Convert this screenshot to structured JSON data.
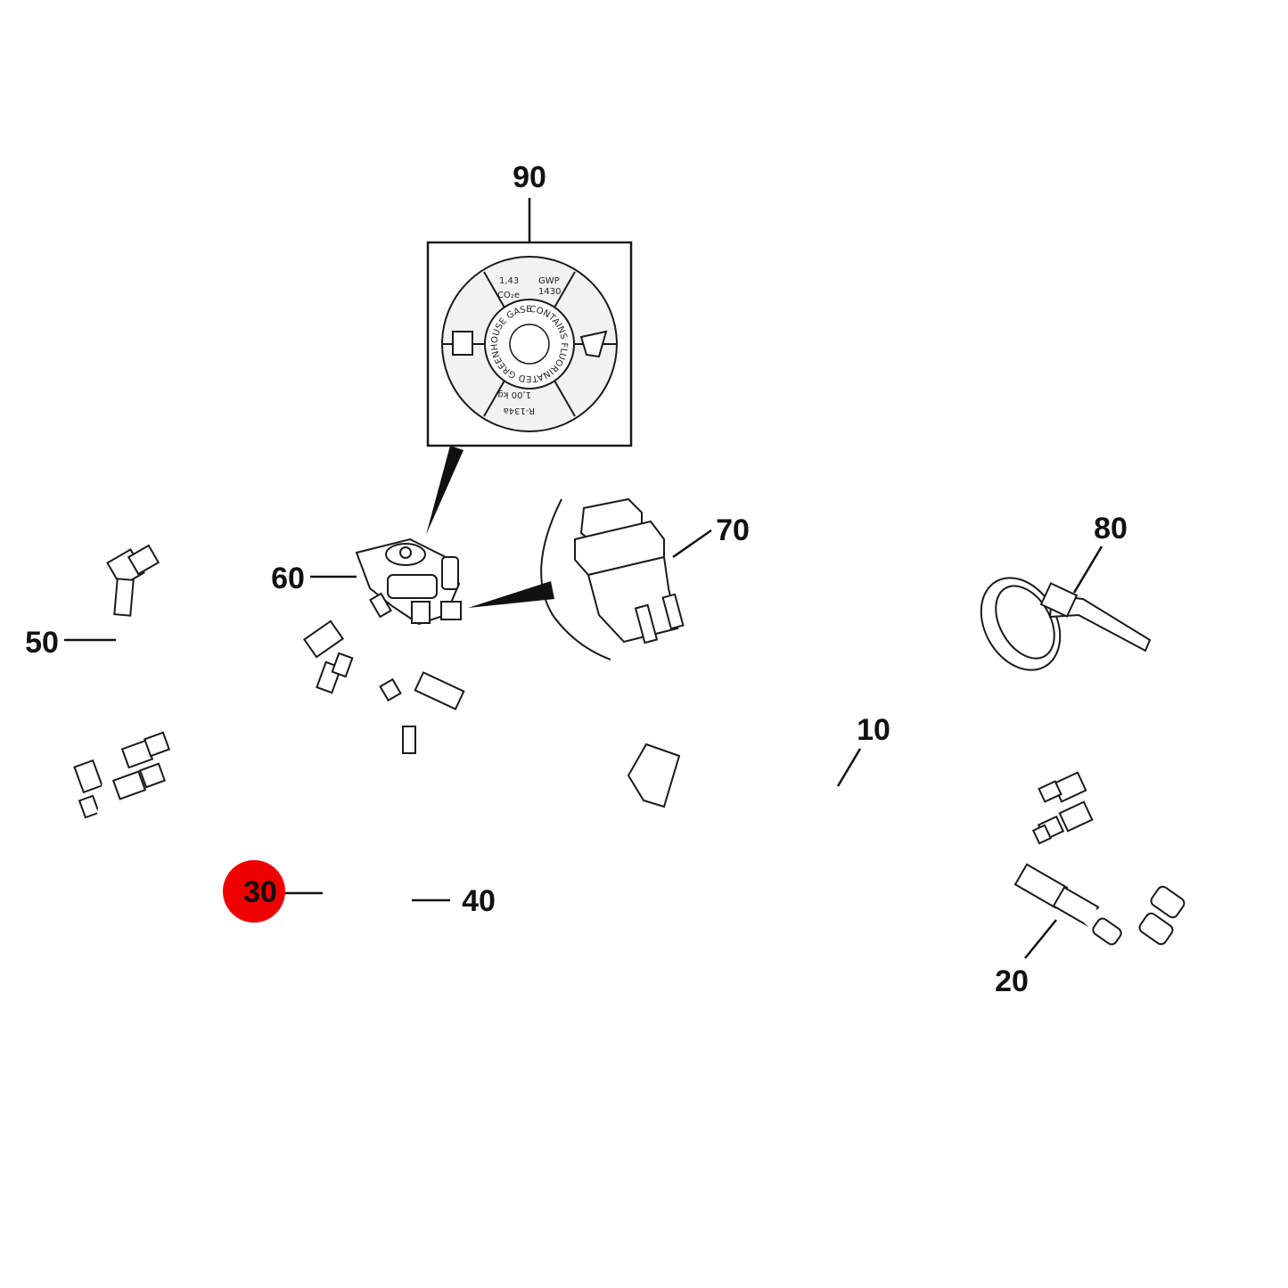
{
  "callouts": [
    {
      "id": "10",
      "label": "10",
      "highlighted": false
    },
    {
      "id": "20",
      "label": "20",
      "highlighted": false
    },
    {
      "id": "30",
      "label": "30",
      "highlighted": true
    },
    {
      "id": "40",
      "label": "40",
      "highlighted": false
    },
    {
      "id": "50",
      "label": "50",
      "highlighted": false
    },
    {
      "id": "60",
      "label": "60",
      "highlighted": false
    },
    {
      "id": "70",
      "label": "70",
      "highlighted": false
    },
    {
      "id": "80",
      "label": "80",
      "highlighted": false
    },
    {
      "id": "90",
      "label": "90",
      "highlighted": false
    }
  ],
  "label_sticker": {
    "charge": "1,43",
    "co2": "CO₂e",
    "gwp": "GWP",
    "gwp_value": "1430",
    "ring_text": "CONTAINS FLUORINATED GREENHOUSE GASES",
    "refrigerant": "R-134a",
    "amount": "1,00 kg"
  },
  "colors": {
    "highlight": "#ee0000",
    "line": "#1a1a1a",
    "sticker_fill": "#f2f2f2"
  }
}
